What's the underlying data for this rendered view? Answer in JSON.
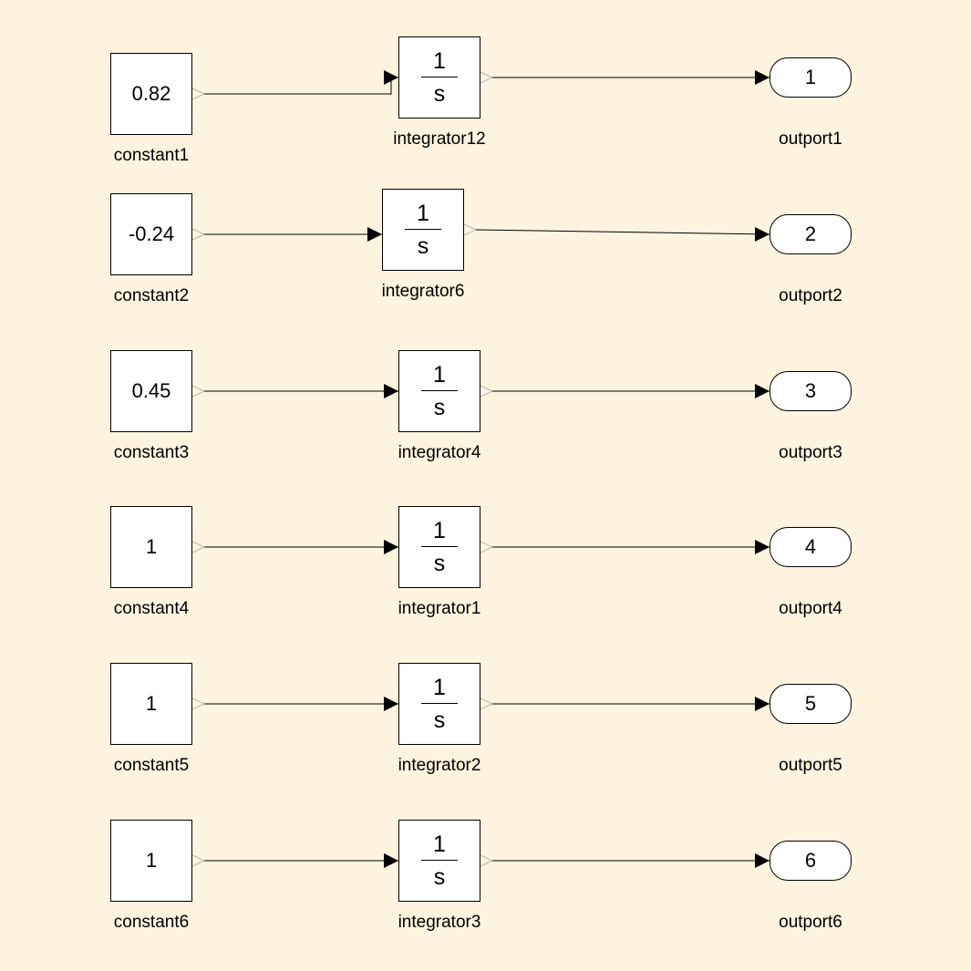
{
  "colors": {
    "background": "#fdf3de",
    "block_fill": "#ffffff",
    "line": "#000000"
  },
  "rows": [
    {
      "constant": {
        "value": "0.82",
        "name": "constant1"
      },
      "integrator": {
        "numerator": "1",
        "denominator": "s",
        "name": "integrator12"
      },
      "outport": {
        "number": "1",
        "name": "outport1"
      }
    },
    {
      "constant": {
        "value": "-0.24",
        "name": "constant2"
      },
      "integrator": {
        "numerator": "1",
        "denominator": "s",
        "name": "integrator6"
      },
      "outport": {
        "number": "2",
        "name": "outport2"
      }
    },
    {
      "constant": {
        "value": "0.45",
        "name": "constant3"
      },
      "integrator": {
        "numerator": "1",
        "denominator": "s",
        "name": "integrator4"
      },
      "outport": {
        "number": "3",
        "name": "outport3"
      }
    },
    {
      "constant": {
        "value": "1",
        "name": "constant4"
      },
      "integrator": {
        "numerator": "1",
        "denominator": "s",
        "name": "integrator1"
      },
      "outport": {
        "number": "4",
        "name": "outport4"
      }
    },
    {
      "constant": {
        "value": "1",
        "name": "constant5"
      },
      "integrator": {
        "numerator": "1",
        "denominator": "s",
        "name": "integrator2"
      },
      "outport": {
        "number": "5",
        "name": "outport5"
      }
    },
    {
      "constant": {
        "value": "1",
        "name": "constant6"
      },
      "integrator": {
        "numerator": "1",
        "denominator": "s",
        "name": "integrator3"
      },
      "outport": {
        "number": "6",
        "name": "outport6"
      }
    }
  ]
}
